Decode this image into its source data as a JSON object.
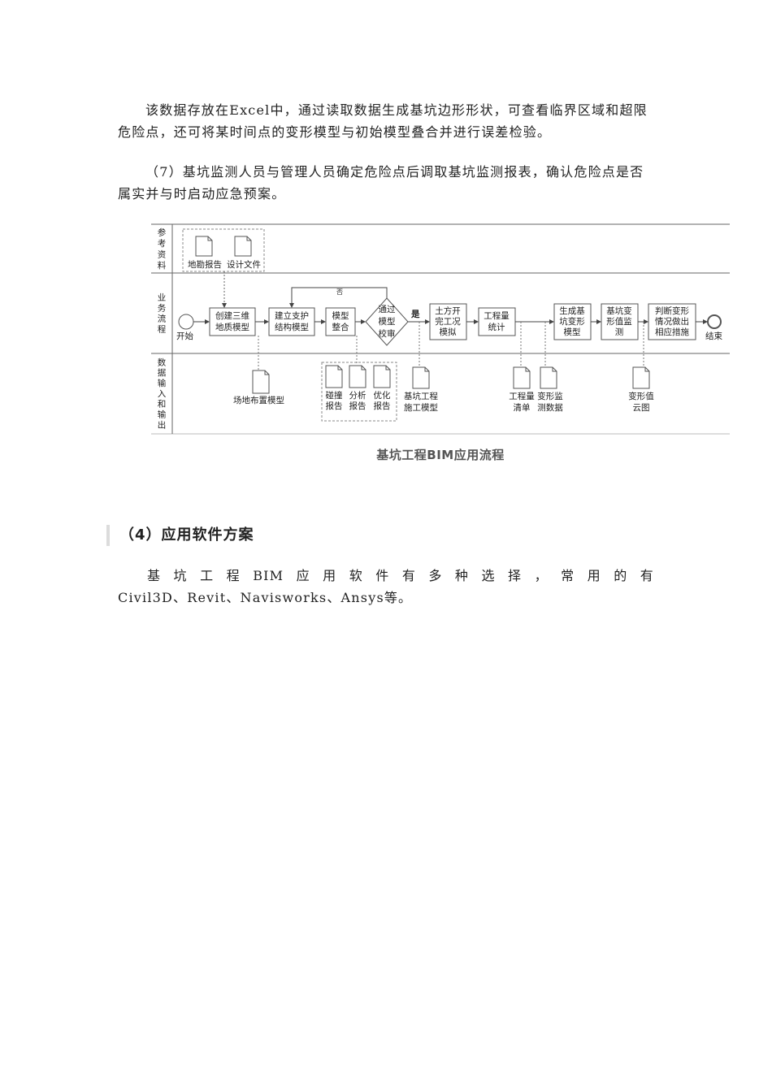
{
  "paragraphs": {
    "p1": "该数据存放在Excel中，通过读取数据生成基坑边形形状，可查看临界区域和超限危险点，还可将某时间点的变形模型与初始模型叠合并进行误差检验。",
    "p2": "（7）基坑监测人员与管理人员确定危险点后调取基坑监测报表，确认危险点是否属实并与时启动应急预案。",
    "p3_line1": "基坑工程BIM应用软件有多种选择，常用的有",
    "p3_line2": "Civil3D、Revit、Navisworks、Ansys等。"
  },
  "heading": "（4）应用软件方案",
  "figure": {
    "caption": "基坑工程BIM应用流程",
    "lanes": {
      "ref": [
        "参",
        "考",
        "资",
        "料"
      ],
      "process": [
        "业",
        "务",
        "流",
        "程"
      ],
      "data": [
        "数",
        "据",
        "输",
        "入",
        "和",
        "输",
        "出"
      ]
    },
    "ref_docs": [
      "地勘报告",
      "设计文件"
    ],
    "start_label": "开始",
    "end_label": "结束",
    "steps": {
      "s1": [
        "创建三维",
        "地质模型"
      ],
      "s2": [
        "建立支护",
        "结构模型"
      ],
      "s3": [
        "模型",
        "整合"
      ],
      "decision": [
        "通过",
        "模型",
        "校审"
      ],
      "s4": [
        "土方开",
        "完工况",
        "模拟"
      ],
      "s5": [
        "工程量",
        "统计"
      ],
      "s6": [
        "生成基",
        "坑变形",
        "模型"
      ],
      "s7": [
        "基坑变",
        "形值监",
        "测"
      ],
      "s8": [
        "判断变形",
        "情况做出",
        "相应措施"
      ]
    },
    "no_label": "否",
    "yes_label": "是",
    "outputs": {
      "o1": [
        "场地布置模型"
      ],
      "o2": [
        "碰撞",
        "报告"
      ],
      "o3": [
        "分析",
        "报告"
      ],
      "o4": [
        "优化",
        "报告"
      ],
      "o5": [
        "基坑工程",
        "施工模型"
      ],
      "o6": [
        "工程量",
        "清单"
      ],
      "o7": [
        "变形监",
        "测数据"
      ],
      "o8": [
        "变形值",
        "云图"
      ]
    }
  }
}
